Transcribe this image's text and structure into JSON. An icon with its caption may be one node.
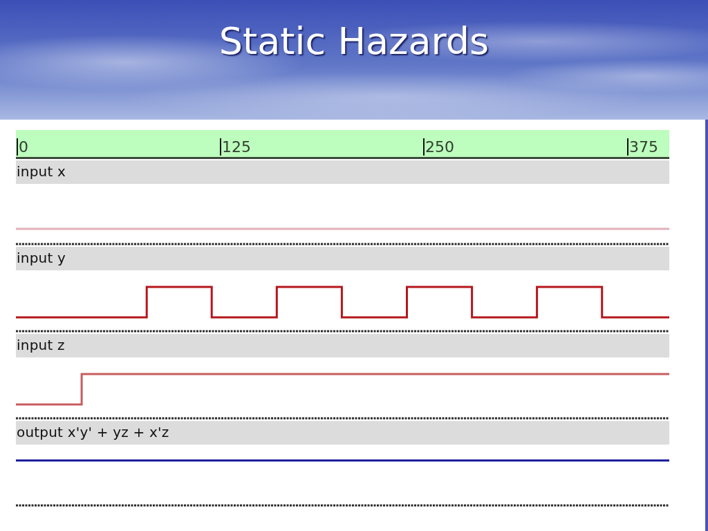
{
  "diagram": {
    "title": "Static Hazards",
    "nodes": [
      {
        "text": [
          "0",
          "125",
          "250",
          "375"
        ]
      },
      {
        "text": [
          "input x"
        ]
      },
      {
        "text": [
          "input y"
        ]
      },
      {
        "text": [
          "input z"
        ]
      },
      {
        "text": [
          "output x'y' + yz + x'z"
        ]
      }
    ]
  }
}
